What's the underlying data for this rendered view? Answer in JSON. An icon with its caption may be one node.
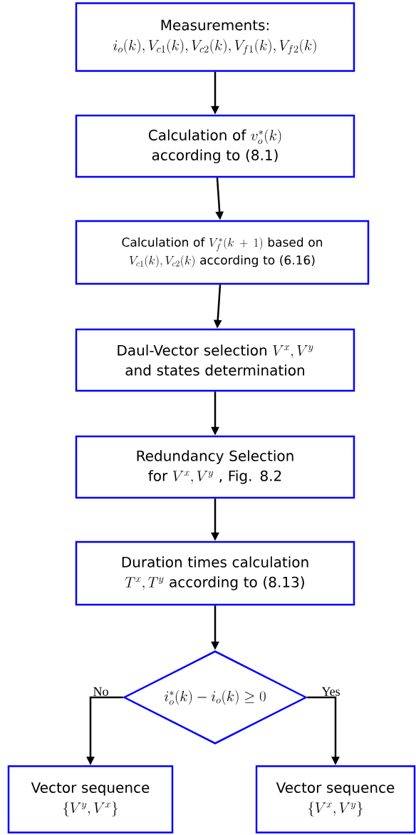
{
  "diagram": {
    "nodes": [
      {
        "text": [
          "Measurements:",
          "i_o(k), V_{c1}(k), V_{c2}(k), V_{f1}(k), V_{f2}(k)"
        ]
      },
      {
        "text": [
          "Calculation of",
          "v_o^*(k)",
          "according to (8.1)"
        ]
      },
      {
        "text": [
          "Calculation of",
          "V_f^*(k+1)",
          "based on",
          "V_{c1}(k), V_{c2}(k)",
          "according to (6.16)"
        ]
      },
      {
        "text": [
          "Daul-Vector selection",
          "V^x, V^y",
          "and states determination"
        ]
      },
      {
        "text": [
          "Redundancy Selection for",
          "V^x, V^y",
          ", Fig. 8.2"
        ]
      },
      {
        "text": [
          "Duration times calculation",
          "T^x, T^y",
          "according to (8.13)"
        ]
      },
      {
        "text": [
          "i_o^*(k) - i_o(k) \\geq 0"
        ]
      },
      {
        "text": [
          "Vector sequence",
          "\\{V^y, V^x\\}"
        ]
      },
      {
        "text": [
          "Vector sequence",
          "\\{V^x, V^y\\}"
        ]
      }
    ],
    "edges": [
      {
        "from": 0,
        "to": 1,
        "arrow": "to"
      },
      {
        "from": 1,
        "to": 2,
        "arrow": "to"
      },
      {
        "from": 2,
        "to": 3,
        "arrow": "to"
      },
      {
        "from": 3,
        "to": 4,
        "arrow": "to"
      },
      {
        "from": 4,
        "to": 5,
        "arrow": "to"
      },
      {
        "from": 5,
        "to": 6,
        "arrow": "to"
      },
      {
        "from": 6,
        "to": 7,
        "arrow": "to",
        "label": "No"
      },
      {
        "from": 6,
        "to": 8,
        "arrow": "to",
        "label": "Yes"
      }
    ]
  }
}
